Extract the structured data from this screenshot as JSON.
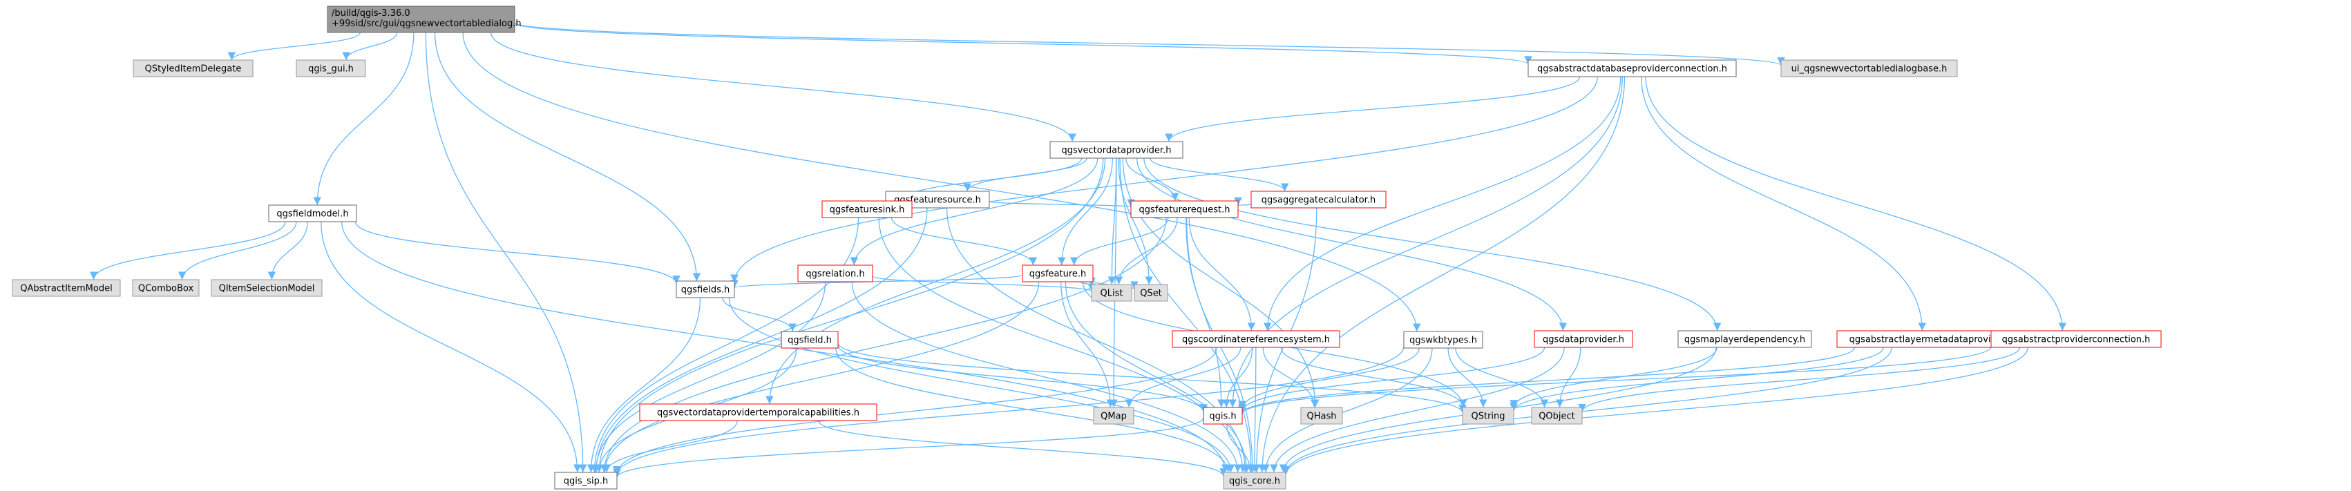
{
  "graph": {
    "colors": {
      "edge": "#63b8ff",
      "root_fill": "#999999",
      "root_stroke": "#666666",
      "doc_fill": "#ffffff",
      "doc_stroke": "#666666",
      "trunc_stroke": "#ff0000",
      "ext_fill": "#e0e0e0",
      "ext_stroke": "#999999"
    },
    "nodes": [
      {
        "id": "root",
        "label": [
          "/build/qgis-3.36.0",
          "+99sid/src/gui/qgsnewvectortabledialog.h"
        ],
        "kind": "root"
      },
      {
        "id": "qstyleditemdelegate",
        "label": [
          "QStyledItemDelegate"
        ],
        "kind": "ext"
      },
      {
        "id": "qgis_gui",
        "label": [
          "qgis_gui.h"
        ],
        "kind": "ext"
      },
      {
        "id": "qgsfieldmodel",
        "label": [
          "qgsfieldmodel.h"
        ],
        "kind": "doc"
      },
      {
        "id": "qabstractitemmodel",
        "label": [
          "QAbstractItemModel"
        ],
        "kind": "ext"
      },
      {
        "id": "qcombobox",
        "label": [
          "QComboBox"
        ],
        "kind": "ext"
      },
      {
        "id": "qitemselectionmodel",
        "label": [
          "QItemSelectionModel"
        ],
        "kind": "ext"
      },
      {
        "id": "qgsvectordataprovider",
        "label": [
          "qgsvectordataprovider.h"
        ],
        "kind": "doc"
      },
      {
        "id": "qgsabstractdatabaseproviderconnection",
        "label": [
          "qgsabstractdatabaseproviderconnection.h"
        ],
        "kind": "doc"
      },
      {
        "id": "ui_qgsnewvectortabledialogbase",
        "label": [
          "ui_qgsnewvectortabledialogbase.h"
        ],
        "kind": "ext"
      },
      {
        "id": "qgsfeaturesource",
        "label": [
          "qgsfeaturesource.h"
        ],
        "kind": "doc"
      },
      {
        "id": "qgsfeaturesink",
        "label": [
          "qgsfeaturesink.h"
        ],
        "kind": "trunc"
      },
      {
        "id": "qgsaggregatecalculator",
        "label": [
          "qgsaggregatecalculator.h"
        ],
        "kind": "trunc"
      },
      {
        "id": "qgsfeaturerequest",
        "label": [
          "qgsfeaturerequest.h"
        ],
        "kind": "trunc"
      },
      {
        "id": "qgsrelation",
        "label": [
          "qgsrelation.h"
        ],
        "kind": "trunc"
      },
      {
        "id": "qgsfeature",
        "label": [
          "qgsfeature.h"
        ],
        "kind": "trunc"
      },
      {
        "id": "qgsfields",
        "label": [
          "qgsfields.h"
        ],
        "kind": "doc"
      },
      {
        "id": "qlist",
        "label": [
          "QList"
        ],
        "kind": "ext"
      },
      {
        "id": "qset",
        "label": [
          "QSet"
        ],
        "kind": "ext"
      },
      {
        "id": "qgsfield",
        "label": [
          "qgsfield.h"
        ],
        "kind": "trunc"
      },
      {
        "id": "qgscoordinatereferencesystem",
        "label": [
          "qgscoordinatereferencesystem.h"
        ],
        "kind": "trunc"
      },
      {
        "id": "qgswkbtypes",
        "label": [
          "qgswkbtypes.h"
        ],
        "kind": "doc"
      },
      {
        "id": "qgsdataprovider",
        "label": [
          "qgsdataprovider.h"
        ],
        "kind": "trunc"
      },
      {
        "id": "qgsmaplayerdependency",
        "label": [
          "qgsmaplayerdependency.h"
        ],
        "kind": "doc"
      },
      {
        "id": "qgsabstractlayermetadataprovider",
        "label": [
          "qgsabstractlayermetadataprovider.h"
        ],
        "kind": "trunc"
      },
      {
        "id": "qgsabstractproviderconnection",
        "label": [
          "qgsabstractproviderconnection.h"
        ],
        "kind": "trunc"
      },
      {
        "id": "qgsvectordataprovidertemporalcapabilities",
        "label": [
          "qgsvectordataprovidertemporalcapabilities.h"
        ],
        "kind": "trunc"
      },
      {
        "id": "qmap",
        "label": [
          "QMap"
        ],
        "kind": "ext"
      },
      {
        "id": "qgis",
        "label": [
          "qgis.h"
        ],
        "kind": "trunc"
      },
      {
        "id": "qhash",
        "label": [
          "QHash"
        ],
        "kind": "ext"
      },
      {
        "id": "qstring",
        "label": [
          "QString"
        ],
        "kind": "ext"
      },
      {
        "id": "qobject",
        "label": [
          "QObject"
        ],
        "kind": "ext"
      },
      {
        "id": "qgis_sip",
        "label": [
          "qgis_sip.h"
        ],
        "kind": "doc"
      },
      {
        "id": "qgis_core",
        "label": [
          "qgis_core.h"
        ],
        "kind": "ext"
      }
    ],
    "edges": [
      [
        "root",
        "qstyleditemdelegate"
      ],
      [
        "root",
        "qgis_gui"
      ],
      [
        "root",
        "qgsfieldmodel"
      ],
      [
        "root",
        "qgsvectordataprovider"
      ],
      [
        "root",
        "qgsabstractdatabaseproviderconnection"
      ],
      [
        "root",
        "ui_qgsnewvectortabledialogbase"
      ],
      [
        "root",
        "qgis_sip"
      ],
      [
        "root",
        "qgsfields"
      ],
      [
        "root",
        "qgswkbtypes"
      ],
      [
        "qgsfieldmodel",
        "qabstractitemmodel"
      ],
      [
        "qgsfieldmodel",
        "qcombobox"
      ],
      [
        "qgsfieldmodel",
        "qitemselectionmodel"
      ],
      [
        "qgsfieldmodel",
        "qgsfields"
      ],
      [
        "qgsfieldmodel",
        "qgis_sip"
      ],
      [
        "qgsfieldmodel",
        "qgis_core"
      ],
      [
        "qgsabstractdatabaseproviderconnection",
        "qgsvectordataprovider"
      ],
      [
        "qgsabstractdatabaseproviderconnection",
        "qgsfields"
      ],
      [
        "qgsabstractdatabaseproviderconnection",
        "qgscoordinatereferencesystem"
      ],
      [
        "qgsabstractdatabaseproviderconnection",
        "qgsabstractlayermetadataprovider"
      ],
      [
        "qgsabstractdatabaseproviderconnection",
        "qgsabstractproviderconnection"
      ],
      [
        "qgsabstractdatabaseproviderconnection",
        "qgis_core"
      ],
      [
        "qgsabstractdatabaseproviderconnection",
        "qgis"
      ],
      [
        "qgsvectordataprovider",
        "qgsfeaturesource"
      ],
      [
        "qgsvectordataprovider",
        "qgsfeaturesink"
      ],
      [
        "qgsvectordataprovider",
        "qgsaggregatecalculator"
      ],
      [
        "qgsvectordataprovider",
        "qgsfeaturerequest"
      ],
      [
        "qgsvectordataprovider",
        "qgsrelation"
      ],
      [
        "qgsvectordataprovider",
        "qgsfeature"
      ],
      [
        "qgsvectordataprovider",
        "qlist"
      ],
      [
        "qgsvectordataprovider",
        "qset"
      ],
      [
        "qgsvectordataprovider",
        "qmap"
      ],
      [
        "qgsvectordataprovider",
        "qhash"
      ],
      [
        "qgsvectordataprovider",
        "qgsdataprovider"
      ],
      [
        "qgsvectordataprovider",
        "qgsmaplayerdependency"
      ],
      [
        "qgsvectordataprovider",
        "qgsvectordataprovidertemporalcapabilities"
      ],
      [
        "qgsvectordataprovider",
        "qgis_sip"
      ],
      [
        "qgsvectordataprovider",
        "qgis_core"
      ],
      [
        "qgsfeaturesource",
        "qgsfeaturerequest"
      ],
      [
        "qgsfeaturesource",
        "qgis_sip"
      ],
      [
        "qgsfeaturesource",
        "qgis_core"
      ],
      [
        "qgsfeaturesink",
        "qgsfeature"
      ],
      [
        "qgsfeaturesink",
        "qgis_sip"
      ],
      [
        "qgsfeaturesink",
        "qgis_core"
      ],
      [
        "qgsaggregatecalculator",
        "qgsfeaturerequest"
      ],
      [
        "qgsaggregatecalculator",
        "qgis_core"
      ],
      [
        "qgsfeaturerequest",
        "qgsfeature"
      ],
      [
        "qgsfeaturerequest",
        "qlist"
      ],
      [
        "qgsfeaturerequest",
        "qgscoordinatereferencesystem"
      ],
      [
        "qgsfeaturerequest",
        "qgis_sip"
      ],
      [
        "qgsfeaturerequest",
        "qgis_core"
      ],
      [
        "qgsfeaturerequest",
        "qgis"
      ],
      [
        "qgsrelation",
        "qlist"
      ],
      [
        "qgsrelation",
        "qgis_sip"
      ],
      [
        "qgsrelation",
        "qgis_core"
      ],
      [
        "qgsfeature",
        "qgsfields"
      ],
      [
        "qgsfeature",
        "qlist"
      ],
      [
        "qgsfeature",
        "qset"
      ],
      [
        "qgsfeature",
        "qmap"
      ],
      [
        "qgsfeature",
        "qstring"
      ],
      [
        "qgsfeature",
        "qgis_sip"
      ],
      [
        "qgsfeature",
        "qgis_core"
      ],
      [
        "qgsfields",
        "qgsfield"
      ],
      [
        "qgsfields",
        "qgis_sip"
      ],
      [
        "qgsfields",
        "qgis_core"
      ],
      [
        "qgsfield",
        "qgis"
      ],
      [
        "qgsfield",
        "qstring"
      ],
      [
        "qgsfield",
        "qgis_sip"
      ],
      [
        "qgsfield",
        "qgis_core"
      ],
      [
        "qgscoordinatereferencesystem",
        "qmap"
      ],
      [
        "qgscoordinatereferencesystem",
        "qhash"
      ],
      [
        "qgscoordinatereferencesystem",
        "qgis"
      ],
      [
        "qgscoordinatereferencesystem",
        "qstring"
      ],
      [
        "qgscoordinatereferencesystem",
        "qgis_sip"
      ],
      [
        "qgscoordinatereferencesystem",
        "qgis_core"
      ],
      [
        "qgswkbtypes",
        "qgis"
      ],
      [
        "qgswkbtypes",
        "qstring"
      ],
      [
        "qgswkbtypes",
        "qobject"
      ],
      [
        "qgswkbtypes",
        "qgis_sip"
      ],
      [
        "qgswkbtypes",
        "qgis_core"
      ],
      [
        "qgsdataprovider",
        "qgis"
      ],
      [
        "qgsdataprovider",
        "qobject"
      ],
      [
        "qgsdataprovider",
        "qgis_core"
      ],
      [
        "qgsmaplayerdependency",
        "qstring"
      ],
      [
        "qgsmaplayerdependency",
        "qgis_core"
      ],
      [
        "qgsabstractlayermetadataprovider",
        "qstring"
      ],
      [
        "qgsabstractlayermetadataprovider",
        "qgis"
      ],
      [
        "qgsabstractlayermetadataprovider",
        "qgis_core"
      ],
      [
        "qgsabstractproviderconnection",
        "qobject"
      ],
      [
        "qgsabstractproviderconnection",
        "qgis"
      ],
      [
        "qgsabstractproviderconnection",
        "qgis_core"
      ],
      [
        "qgsvectordataprovidertemporalcapabilities",
        "qgis_sip"
      ],
      [
        "qgsvectordataprovidertemporalcapabilities",
        "qgis_core"
      ],
      [
        "qgis",
        "qgis_sip"
      ],
      [
        "qgis",
        "qgis_core"
      ]
    ]
  }
}
